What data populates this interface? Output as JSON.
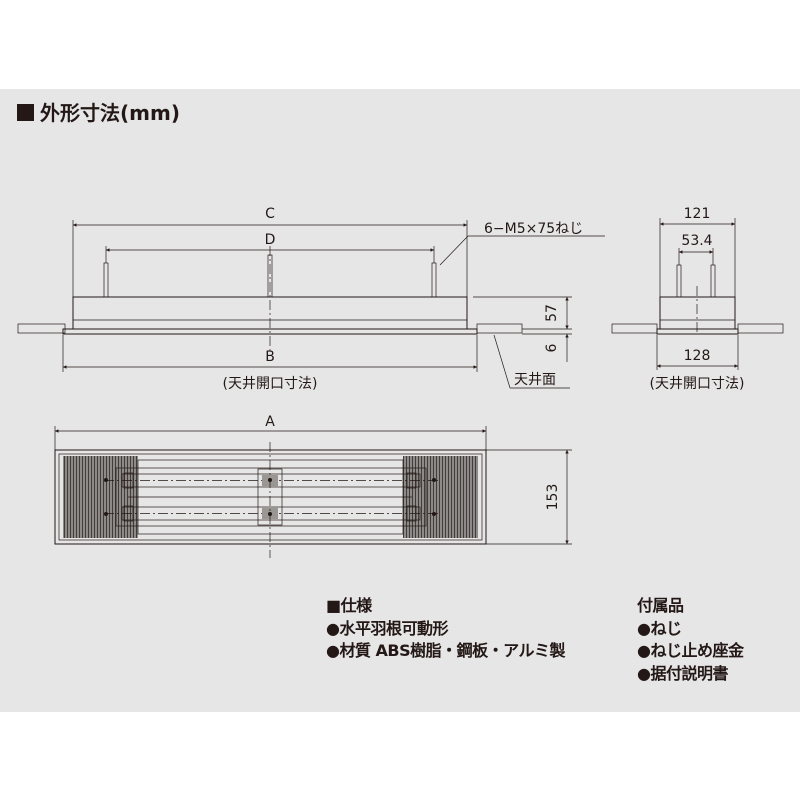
{
  "section_title": "■外形寸法(mm)",
  "front_view": {
    "dim_c": "C",
    "dim_d": "D",
    "dim_b": "B",
    "screw_note": "6−M5×75ねじ",
    "height_57": "57",
    "height_6": "6",
    "ceiling_opening_note": "(天井開口寸法)",
    "ceiling_surface_label": "天井面"
  },
  "side_view": {
    "width_121": "121",
    "width_53_4": "53.4",
    "width_128": "128",
    "ceiling_opening_note": "(天井開口寸法)"
  },
  "plan_view": {
    "dim_a": "A",
    "height_153": "153"
  },
  "specs": {
    "heading": "■仕様",
    "items": [
      "●水平羽根可動形",
      "●材質 ABS樹脂・鋼板・アルミ製"
    ]
  },
  "accessories": {
    "heading": "付属品",
    "items": [
      "●ねじ",
      "●ねじ止め座金",
      "●据付説明書"
    ]
  },
  "colors": {
    "background": "#e6e6e7",
    "line": "#231815"
  }
}
